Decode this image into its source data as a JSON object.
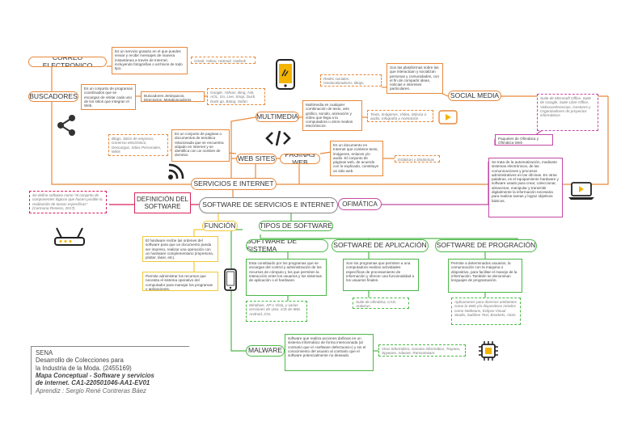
{
  "center": "SOFTWARE DE SERVICIOS E INTERNET",
  "servicios": "SERVICIOS E INTERNET",
  "correo": {
    "title": "CORREO ELECTRONICO",
    "desc": "Es un servicio gratuito en el que puedes enviar y recibir mensajes de manera instantánea a través de Internet, incluyendo fotografías o archivos de todo tipo.",
    "examples": "Gmail, Yahoo, Hotmail, Outlook"
  },
  "buscadores": {
    "title": "BUSCADORES",
    "desc": "Es un conjunto de programas coordinados que se encargan de visitar cada uno de los sitios que integran el Web.",
    "types": "Buscadores Jerárquicos, Directorios, Metabuscadores",
    "examples": "Google, Yahoo!, Bing, Ask, AOL, Go, Live, Snap, Duck Duck go, Baing, Sofari."
  },
  "multimedia": {
    "title": "MULTIMEDIA",
    "desc": "Multimedia es cualquier combinación de texto, arte gráfico, sonido, animación y vídeo que llega a la computadora u otros medios electrónicos.",
    "examples": "Texto, Imágenes, Vídeo, Música o audio, Infografía y Animación"
  },
  "social": {
    "title": "SOCIAL MEDIA",
    "desc": "Son las plataformas sobre las que interactúan y socializan personas y comunidades, con el fin de compartir ideas, noticias e intereses particulares.",
    "examples": "Redes sociales, Geolocalizadores, Blogs, Marcadores, Multimedia"
  },
  "websites": {
    "title": "WEB SITES",
    "desc": "Es un conjunto de paginas o documentos de temática relacionada que se encuentra alojado en Internet y se identifica con un nombre de dominio.",
    "examples": "Blogs, Sitios de empresa, comercio electrónico, Descargas, Sitios Personales, Wikis"
  },
  "paginas": {
    "title": "PAGINAS WEB",
    "desc": "Es un documento en Internet que contiene texto, imágenes, enlaces y/o audio. El conjunto de páginas web, de acuerdo con lo explicado, constituye un sitio web.",
    "examples": "Estáticas y Dinámicas"
  },
  "definicion": {
    "title": "DEFINICIÓN DEL SOFTWARE",
    "quote": "Se define software como \"el conjunto de componentes lógicos que hacen posible la realización de tareas específicas\" (Carmona Romero, 2017)."
  },
  "ofimatica": {
    "title": "OFIMÁTICA",
    "desc": "Se trata de la automatización, mediante sistemas electrónicos, de las comunicaciones y procesos administrativos en las oficinas. En otras palabras, es el equipamiento hardware y software usado para crear, coleccionar, almacenar, manipular y transmitir digitalmente la información necesaria para realizar tareas y lograr objetivos básicos.",
    "paquetes": "Paquetes de Ofimática y Ofimática Web",
    "examples": "Suite de Microsoft Office, Suite de Google, Suite Libre Office, Videoconferencias, Gestores y Organizadores de proyectos informáticos"
  },
  "funcion": {
    "title": "FUNCIÓN",
    "box1": "El hardware recibe las ordenes del software para que un documento pueda ser impreso, realizar una operación con un hardware complementario (impresora, plotter, láser, etc).",
    "box2": "Permite administrar los recursos que necesita el sistema operativo del computador para manejar los programas y aplicaciones."
  },
  "tipos": {
    "title": "TIPOS DE SOFTWARE",
    "sistema": {
      "title": "SOFTWARE DE SISTEMA",
      "desc": "Esta constituido por los programas que se encargan del control y administración de los recursos de cómputo y los que permiten la interacción entre los usuarios y los sistemas de aplicación o el hardware.",
      "examples": "Windows, XP o Vista, y varias versiones de Unix, iOS de IBM, Android, iOS."
    },
    "aplicacion": {
      "title": "SOFTWARE DE APLICACIÓN",
      "desc": "Son los programas que permiten a una computadora realizar actividades específicas de procesamiento de información y ofrecer una funcionalidad a los usuarios finales.",
      "examples": "Suite de ofimática, CAD, Antivirus"
    },
    "programacion": {
      "title": "SOFTWARE DE PROGRACIÓN",
      "desc": "Permite a determinados usuarios, la comunicación con la máquina o dispositivo, para facilitar el manejo de la información. También se denominan lenguajes de programación.",
      "examples": "Aplicaciones para diversos ambientes como la Web y/o dispositivos móviles como Netbeans, Eclipse Visual Studio, Sublime Text, Brackets, Atom."
    },
    "malware": {
      "title": "MALWARE",
      "desc": "software que realiza acciones dañinas en un sistema informático de forma intencionada (al contrario que el «software defectuoso») y sin el conocimiento del usuario al contrario que el software potencialmente no deseado.",
      "examples": "Virus Informático, Gusano Informático, Troyano, Spyware, Adware, Ransomware"
    }
  },
  "credits": {
    "line1": "SENA",
    "line2": "Desarrollo de Colecciones para",
    "line3": "la Industria de la Moda. (2455169)",
    "line4": "Mapa Conceptual - Software y servicios",
    "line5": "de internet. CA1-220501046-AA1-EV01",
    "line6": "Aprendiz : Sergio René Contreras Báez"
  },
  "colors": {
    "orange": "#e8893b",
    "green": "#4cb848",
    "yellow": "#f0c93a",
    "purple": "#c44aa3",
    "red": "#d8245a"
  },
  "icons": [
    "share-icon",
    "wifi-icon",
    "code-icon",
    "smartphone-icon",
    "play-icon",
    "laptop-icon",
    "router-icon",
    "phone-icon",
    "chip-icon"
  ]
}
